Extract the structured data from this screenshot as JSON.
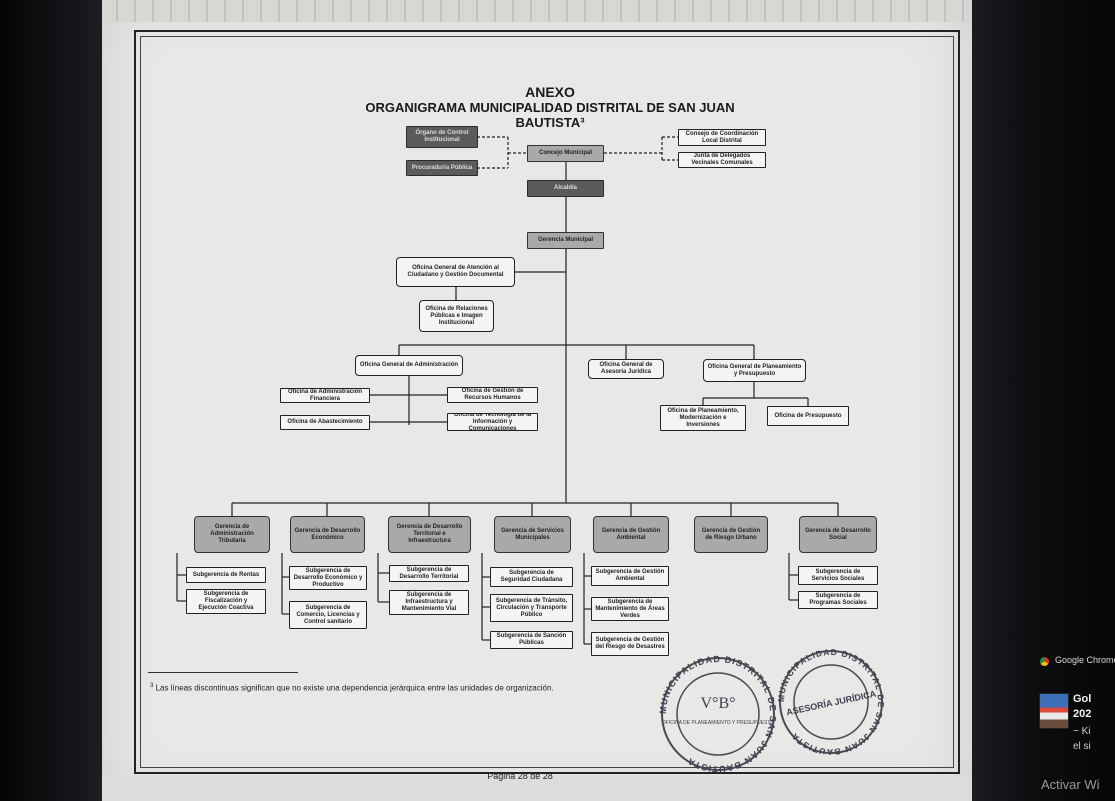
{
  "document": {
    "title_line1": "ANEXO",
    "title_line2": "ORGANIGRAMA MUNICIPALIDAD DISTRITAL DE SAN JUAN BAUTISTA³",
    "footnote": "Las líneas discontinuas significan que no existe una dependencia jerárquica entre las unidades de organización.",
    "footnote_mark": "3",
    "page_label": "Página 28 de 28"
  },
  "org": {
    "control": "Órgano de Control Institucional",
    "procuraduria": "Procuraduría Pública",
    "concejo": "Concejo Municipal",
    "consejo_coord": "Consejo de Coordinación Local Distrital",
    "junta_vecinal": "Junta de Delegados Vecinales Comunales",
    "alcaldia": "Alcaldía",
    "gerencia_municipal": "Gerencia Municipal",
    "atencion_ciudadano": "Oficina General de Atención al Ciudadano y Gestión Documental",
    "relaciones_publicas": "Oficina de Relaciones Públicas e Imagen Institucional",
    "administracion": "Oficina General de Administración",
    "asesoria": "Oficina General de Asesoría Jurídica",
    "planeamiento": "Oficina General de Planeamiento y Presupuesto",
    "admin_financiera": "Oficina de Administración Financiera",
    "abastecimiento": "Oficina de Abastecimiento",
    "recursos_humanos": "Oficina de Gestión de Recursos Humanos",
    "tecnologia": "Oficina de Tecnología de la Información y Comunicaciones",
    "plan_modernizacion": "Oficina de Planeamiento, Modernización e Inversiones",
    "presupuesto": "Oficina de Presupuesto",
    "g_tributaria": "Gerencia de Administración Tributaria",
    "g_economico": "Gerencia de Desarrollo Económico",
    "g_territorial": "Gerencia de Desarrollo Territorial e Infraestructura",
    "g_servicios": "Gerencia de Servicios Municipales",
    "g_ambiental": "Gerencia de Gestión Ambiental",
    "g_riesgo": "Gerencia de Gestión de Riesgo Urbano",
    "g_social": "Gerencia de Desarrollo Social",
    "s_rentas": "Subgerencia de Rentas",
    "s_fiscalizacion": "Subgerencia de Fiscalización y Ejecución Coactiva",
    "s_economico": "Subgerencia de Desarrollo Económico y Productivo",
    "s_comercio": "Subgerencia de Comercio, Licencias y Control sanitario",
    "s_territorial": "Subgerencia de Desarrollo Territorial",
    "s_infraestructura": "Subgerencia de Infraestructura y Mantenimiento Vial",
    "s_seguridad": "Subgerencia de Seguridad Ciudadana",
    "s_transito": "Subgerencia de Tránsito, Circulación y Transporte Público",
    "s_sanciones": "Subgerencia de Sanción Públicas",
    "s_gestion_ambiental": "Subgerencia de Gestión Ambiental",
    "s_areas_verdes": "Subgerencia de Mantenimiento de Áreas Verdes",
    "s_riesgo_desastres": "Subgerencia de Gestión del Riesgo de Desastres",
    "s_servicios_sociales": "Subgerencia de Servicios Sociales",
    "s_programas_sociales": "Subgerencia de Programas Sociales"
  },
  "stamps": {
    "left_ring": "MUNICIPALIDAD DISTRITAL DE SAN JUAN BAUTISTA",
    "left_center": "V°B°",
    "left_sub": "OFICINA DE PLANEAMIENTO Y PRESUPUESTO",
    "right_ring": "MUNICIPALIDAD DISTRITAL DE SAN JUAN BAUTISTA",
    "right_center": "ASESORÍA JURÍDICA"
  },
  "notification": {
    "app": "Google Chrome",
    "title_line1": "Gol",
    "title_line2": "202",
    "text_line1": "~ Ki",
    "text_line2": "el si",
    "watermark": "Activar Wi"
  }
}
